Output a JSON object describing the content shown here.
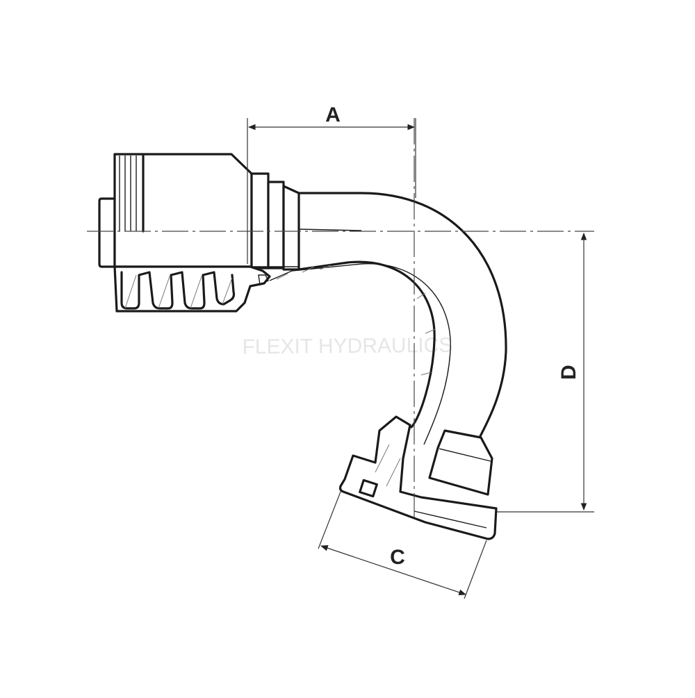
{
  "drawing": {
    "subject": "",
    "labels": {
      "a": "A",
      "c": "C",
      "d": "D"
    },
    "watermark": "FLEXIT HYDRAULICS",
    "colors": {
      "line": "#1a1a1a",
      "dimension": "#333333",
      "watermark": "#e6e6e6",
      "background": "#ffffff"
    }
  }
}
